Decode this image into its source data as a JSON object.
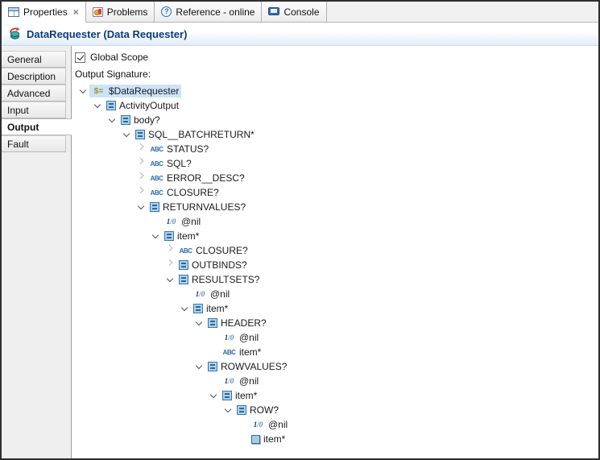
{
  "tabs": [
    {
      "label": "Properties",
      "icon": "table-icon",
      "active": true,
      "closable": true
    },
    {
      "label": "Problems",
      "icon": "problems-icon",
      "active": false
    },
    {
      "label": "Reference - online",
      "icon": "help-icon",
      "active": false
    },
    {
      "label": "Console",
      "icon": "console-icon",
      "active": false
    }
  ],
  "header": {
    "title": "DataRequester (Data Requester)",
    "icon": "data-requester-icon"
  },
  "sidebar": {
    "items": [
      {
        "label": "General",
        "selected": false
      },
      {
        "label": "Description",
        "selected": false
      },
      {
        "label": "Advanced",
        "selected": false
      },
      {
        "label": "Input",
        "selected": false
      },
      {
        "label": "Output",
        "selected": true
      },
      {
        "label": "Fault",
        "selected": false
      }
    ]
  },
  "main": {
    "global_scope_label": "Global Scope",
    "global_scope_checked": true,
    "output_signature_label": "Output Signature:",
    "tree": {
      "icon_glyphs": {
        "root": "$=",
        "string": "ABC",
        "bool": "1/0"
      },
      "rows": [
        {
          "level": 0,
          "expand": "open",
          "icon": "root",
          "label": "$DataRequester",
          "selected": true
        },
        {
          "level": 1,
          "expand": "open",
          "icon": "element",
          "label": "ActivityOutput"
        },
        {
          "level": 2,
          "expand": "open",
          "icon": "element",
          "label": "body?"
        },
        {
          "level": 3,
          "expand": "open",
          "icon": "element",
          "label": "SQL__BATCHRETURN*"
        },
        {
          "level": 4,
          "expand": "closed",
          "icon": "string",
          "label": "STATUS?"
        },
        {
          "level": 4,
          "expand": "closed",
          "icon": "string",
          "label": "SQL?"
        },
        {
          "level": 4,
          "expand": "closed",
          "icon": "string",
          "label": "ERROR__DESC?"
        },
        {
          "level": 4,
          "expand": "closed",
          "icon": "string",
          "label": "CLOSURE?"
        },
        {
          "level": 4,
          "expand": "open",
          "icon": "element",
          "label": "RETURNVALUES?"
        },
        {
          "level": 5,
          "expand": "none",
          "icon": "bool",
          "label": "@nil"
        },
        {
          "level": 5,
          "expand": "open",
          "icon": "element",
          "label": "item*"
        },
        {
          "level": 6,
          "expand": "closed",
          "icon": "string",
          "label": "CLOSURE?"
        },
        {
          "level": 6,
          "expand": "closed",
          "icon": "element",
          "label": "OUTBINDS?"
        },
        {
          "level": 6,
          "expand": "open",
          "icon": "element",
          "label": "RESULTSETS?"
        },
        {
          "level": 7,
          "expand": "none",
          "icon": "bool",
          "label": "@nil"
        },
        {
          "level": 7,
          "expand": "open",
          "icon": "element",
          "label": "item*"
        },
        {
          "level": 8,
          "expand": "open",
          "icon": "element",
          "label": "HEADER?"
        },
        {
          "level": 9,
          "expand": "none",
          "icon": "bool",
          "label": "@nil"
        },
        {
          "level": 9,
          "expand": "none",
          "icon": "string",
          "label": "item*"
        },
        {
          "level": 8,
          "expand": "open",
          "icon": "element",
          "label": "ROWVALUES?"
        },
        {
          "level": 9,
          "expand": "none",
          "icon": "bool",
          "label": "@nil"
        },
        {
          "level": 9,
          "expand": "open",
          "icon": "element",
          "label": "item*"
        },
        {
          "level": 10,
          "expand": "open",
          "icon": "element",
          "label": "ROW?"
        },
        {
          "level": 11,
          "expand": "none",
          "icon": "bool",
          "label": "@nil"
        },
        {
          "level": 11,
          "expand": "none",
          "icon": "any",
          "label": "item*"
        }
      ]
    }
  },
  "colors": {
    "selection": "#cbe4f8",
    "title": "#0a3d7e",
    "tree-blue": "#2e6da4",
    "icon-gold": "#a88c25"
  }
}
